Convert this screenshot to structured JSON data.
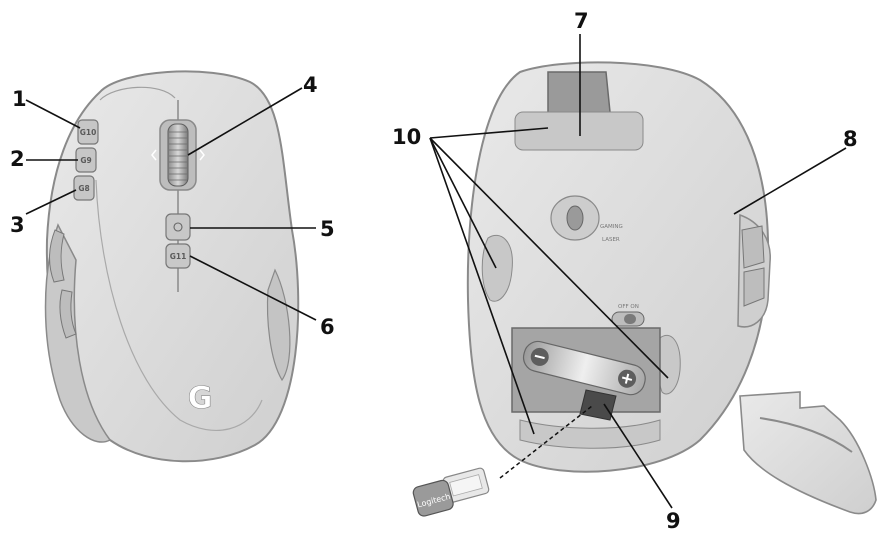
{
  "callouts": {
    "c1": "1",
    "c2": "2",
    "c3": "3",
    "c4": "4",
    "c5": "5",
    "c6": "6",
    "c7": "7",
    "c8": "8",
    "c9": "9",
    "c10": "10"
  },
  "top_view": {
    "buttons": {
      "g10": "G10",
      "g9": "G9",
      "g8": "G8",
      "g11": "G11"
    },
    "logo": "G"
  },
  "bottom_view": {
    "switch_label": "OFF ON",
    "sensor_label_1": "GAMING",
    "sensor_label_2": "LASER"
  },
  "receiver": {
    "brand": "Logitech"
  },
  "colors": {
    "body": "#dedede",
    "outline": "#8a8a8a",
    "dark": "#6e6e6e",
    "ink": "#111111"
  }
}
